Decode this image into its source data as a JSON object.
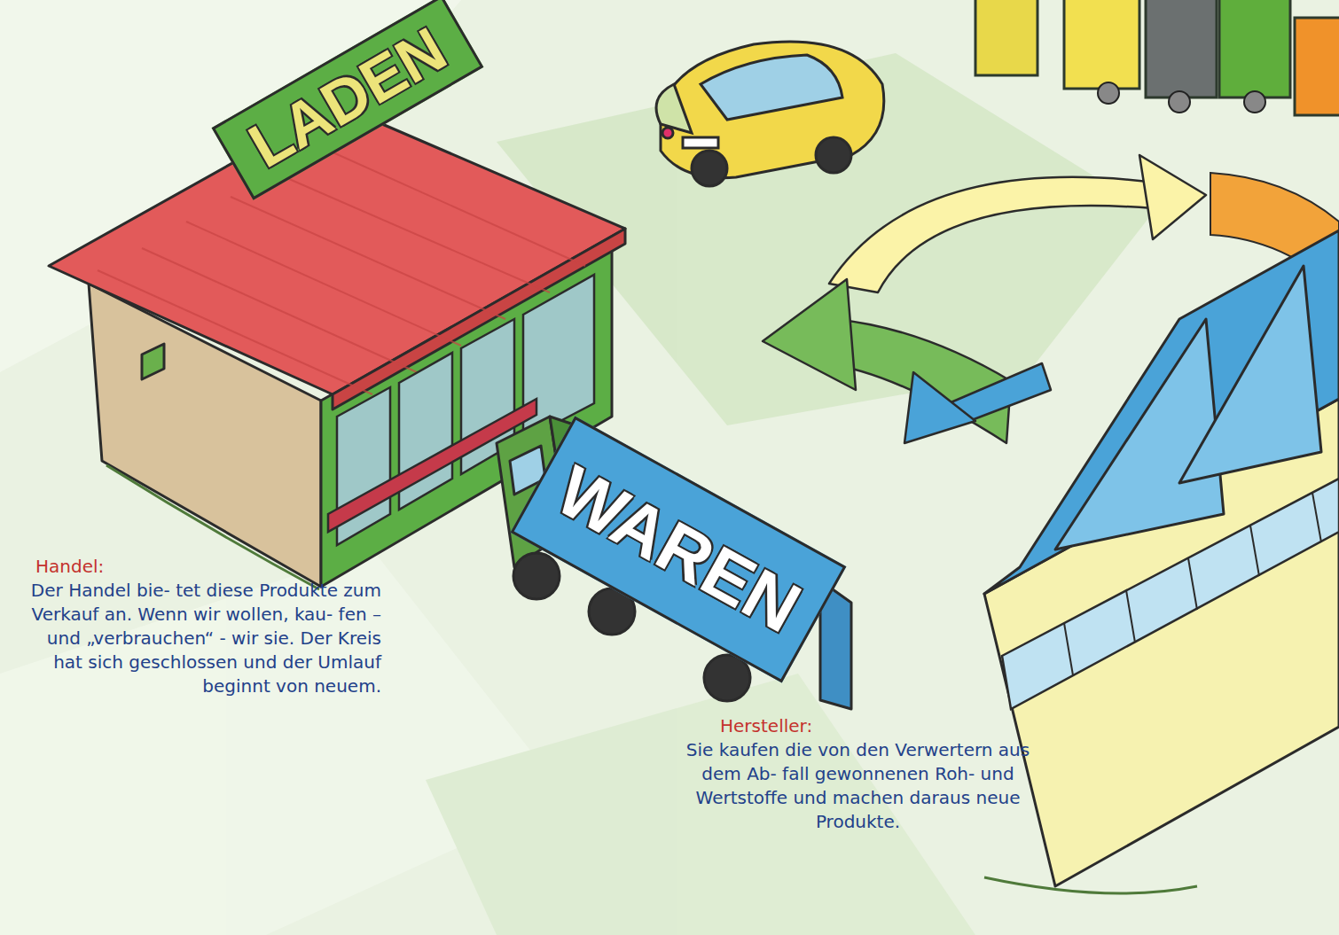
{
  "diagram": {
    "nodes": [
      {
        "text": [
          "LADEN"
        ]
      },
      {
        "text": [
          "WAREN"
        ]
      }
    ],
    "labels": [
      "Handel:",
      "Der Handel bie- tet diese Produkte zum Verkauf an. Wenn wir wollen, kau- fen – und „verbrauchen“ - wir sie. Der Kreis hat sich geschlossen und der Umlauf beginnt von neuem.",
      "Hersteller:",
      "Sie kaufen die von den Verwertern aus dem Ab- fall gewonnenen Roh- und Wertstoffe und machen daraus neue Produkte."
    ]
  }
}
